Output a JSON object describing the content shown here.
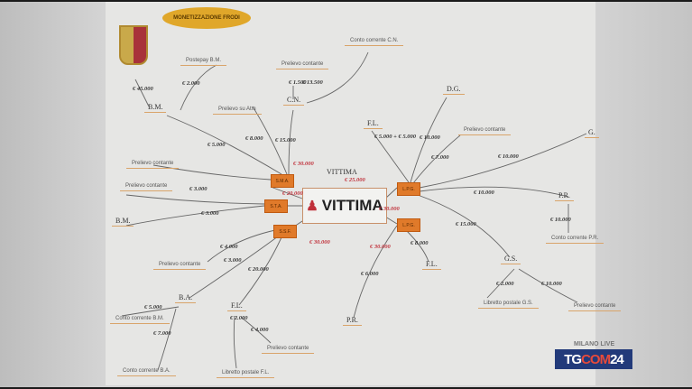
{
  "title": "MONETIZZAZIONE FRODI",
  "victim": {
    "label": "VITTIMA",
    "top_label": "VITTIMA"
  },
  "boxes": [
    "S.M.A.",
    "S.T.A.",
    "S.S.F.",
    "L.P.G.",
    "L.P.G."
  ],
  "people": [
    "B.M.",
    "C.N.",
    "F.L.",
    "D.G.",
    "G.",
    "P.R.",
    "G.S.",
    "F.L.",
    "P.R.",
    "F.L.",
    "B.A.",
    "B.M."
  ],
  "accounts": [
    "Postepay B.M.",
    "Prelievo contante",
    "Conto corrente C.N.",
    "Prelievo su Atm",
    "Prelievo contante",
    "Prelievo contante",
    "Prelievo contante",
    "Conto corrente P.R.",
    "Libretto postale G.S.",
    "Prelievo contante",
    "Prelievo contante",
    "Conto corrente B.A.",
    "Libretto postale F.L.",
    "Prelievo contante",
    "Conto corrente B.M."
  ],
  "amounts": [
    "€ 45.000",
    "€ 2.000",
    "€ 1.500",
    "€ 13.500",
    "€ 5.000",
    "€ 8.000",
    "€ 15.000",
    "€ 3.000",
    "€ 5.000 + € 5.000",
    "€ 10.000",
    "€ 7.000",
    "€ 10.000",
    "€ 10.000",
    "€ 15.000",
    "€ 8.000",
    "€ 6.000",
    "€ 5.000",
    "€ 7.000",
    "€ 4.000",
    "€ 20.000",
    "€ 2.000",
    "€ 4.000",
    "€ 10.000",
    "€ 2.000",
    "€ 10.000",
    "€ 3.000",
    "€ 3.000"
  ],
  "red_amounts": [
    "€ 30.000",
    "€ 20.000",
    "€ 30.000",
    "€ 25.000",
    "€ 30.000",
    "€ 30.000"
  ],
  "channel": {
    "live": "MILANO LIVE",
    "logo_a": "TG",
    "logo_b": "COM",
    "logo_c": "24"
  }
}
